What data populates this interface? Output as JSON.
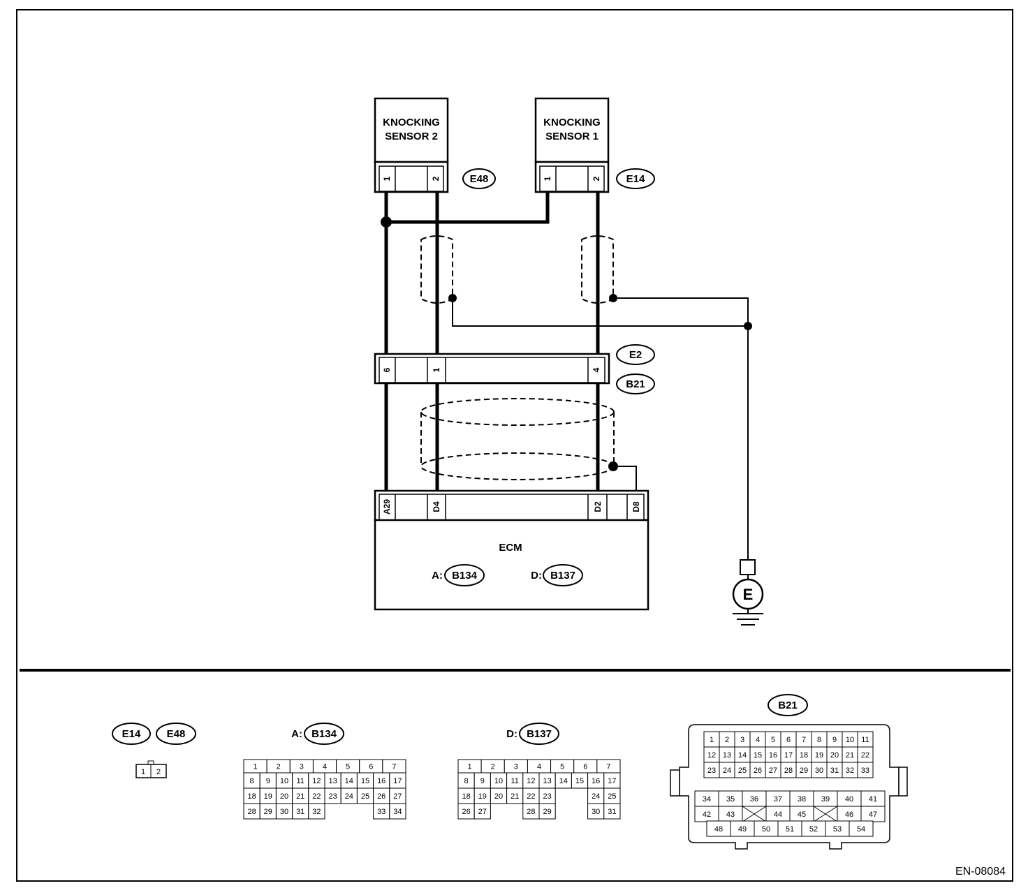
{
  "sensors": {
    "sensor2": {
      "title_line1": "KNOCKING",
      "title_line2": "SENSOR 2",
      "connector": "E48",
      "pin_left": "1",
      "pin_right": "2"
    },
    "sensor1": {
      "title_line1": "KNOCKING",
      "title_line2": "SENSOR 1",
      "connector": "E14",
      "pin_left": "1",
      "pin_right": "2"
    }
  },
  "joint_connector": {
    "codes": [
      "E2",
      "B21"
    ],
    "pins": [
      "6",
      "1",
      "4"
    ]
  },
  "ecm": {
    "title": "ECM",
    "pins": [
      "A29",
      "D4",
      "D2",
      "D8"
    ],
    "connector_a_prefix": "A:",
    "connector_a": "B134",
    "connector_d_prefix": "D:",
    "connector_d": "B137"
  },
  "ground": {
    "label": "E"
  },
  "connector_views": {
    "e14_e48": {
      "codes": [
        "E14",
        "E48"
      ],
      "pins": [
        "1",
        "2"
      ]
    },
    "b134": {
      "prefix": "A:",
      "code": "B134",
      "row1": [
        "1",
        "2",
        "3",
        "4",
        "5",
        "6",
        "7"
      ],
      "rows": [
        [
          "8",
          "9",
          "10",
          "11",
          "12",
          "13",
          "14",
          "15",
          "16",
          "17"
        ],
        [
          "18",
          "19",
          "20",
          "21",
          "22",
          "23",
          "24",
          "25",
          "26",
          "27"
        ],
        [
          "28",
          "29",
          "30",
          "31",
          "32",
          "",
          "",
          "",
          "33",
          "34"
        ]
      ]
    },
    "b137": {
      "prefix": "D:",
      "code": "B137",
      "row1": [
        "1",
        "2",
        "3",
        "4",
        "5",
        "6",
        "7"
      ],
      "rows": [
        [
          "8",
          "9",
          "10",
          "11",
          "12",
          "13",
          "14",
          "15",
          "16",
          "17"
        ],
        [
          "18",
          "19",
          "20",
          "21",
          "22",
          "23",
          "",
          "",
          "24",
          "25"
        ],
        [
          "26",
          "27",
          "",
          "",
          "28",
          "29",
          "",
          "",
          "30",
          "31"
        ]
      ]
    },
    "b21": {
      "code": "B21",
      "upper_rows": [
        [
          "1",
          "2",
          "3",
          "4",
          "5",
          "6",
          "7",
          "8",
          "9",
          "10",
          "11"
        ],
        [
          "12",
          "13",
          "14",
          "15",
          "16",
          "17",
          "18",
          "19",
          "20",
          "21",
          "22"
        ],
        [
          "23",
          "24",
          "25",
          "26",
          "27",
          "28",
          "29",
          "30",
          "31",
          "32",
          "33"
        ]
      ],
      "lower_row1": [
        "34",
        "35",
        "36",
        "37",
        "38",
        "39",
        "40",
        "41"
      ],
      "lower_row2": [
        "42",
        "43",
        "X",
        "44",
        "45",
        "X",
        "46",
        "47"
      ],
      "lower_row3": [
        "48",
        "49",
        "50",
        "51",
        "52",
        "53",
        "54"
      ]
    }
  },
  "figure_id": "EN-08084"
}
